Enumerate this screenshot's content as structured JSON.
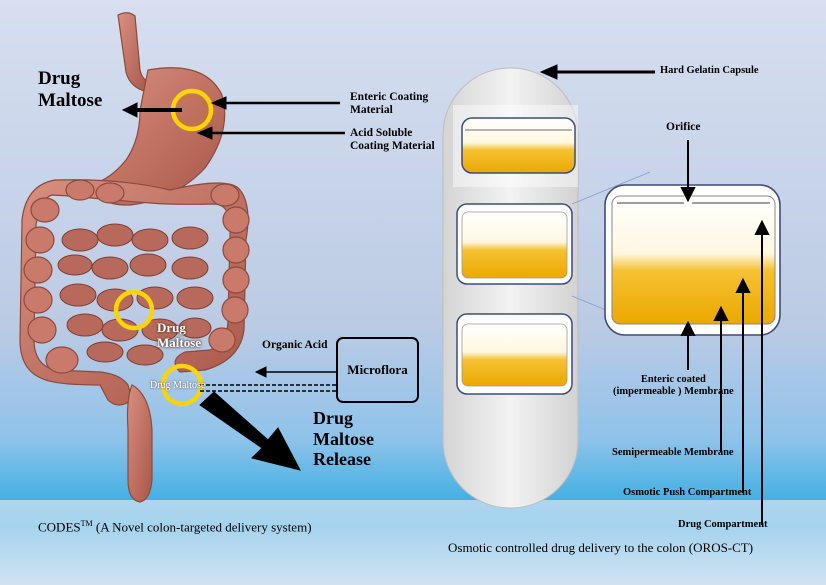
{
  "left": {
    "top_drug_label": [
      "Drug",
      "Maltose"
    ],
    "enteric_label": [
      "Enteric Coating",
      "Material"
    ],
    "acid_label": [
      "Acid Soluble",
      "Coating Material"
    ],
    "mid_drug_label": [
      "Drug",
      "Maltose"
    ],
    "lower_drug_label": "Drug Maltose",
    "organic_acid_label": "Organic Acid",
    "microflora_label": "Microflora",
    "release_label": [
      "Drug",
      "Maltose",
      "Release"
    ],
    "caption_prefix": "CODES",
    "caption_sup": "TM",
    "caption_rest": " (A Novel colon-targeted delivery system)"
  },
  "right": {
    "hard_gelatin_label": "Hard Gelatin Capsule",
    "orifice_label": "Orifice",
    "enteric_membrane_label": [
      "Enteric coated",
      "(impermeable ) Membrane"
    ],
    "semipermeable_label": "Semipermeable Membrane",
    "push_label": "Osmotic Push Compartment",
    "drug_compartment_label": "Drug Compartment",
    "caption": "Osmotic controlled drug delivery to the colon (OROS-CT)"
  },
  "colors": {
    "background_top": "#bccbe4",
    "background_bottom": "#1aa3de",
    "ring": "#ffd400",
    "drug_fill": "#f1b300",
    "tissue": "#c7786a",
    "arrow": "#000000"
  }
}
